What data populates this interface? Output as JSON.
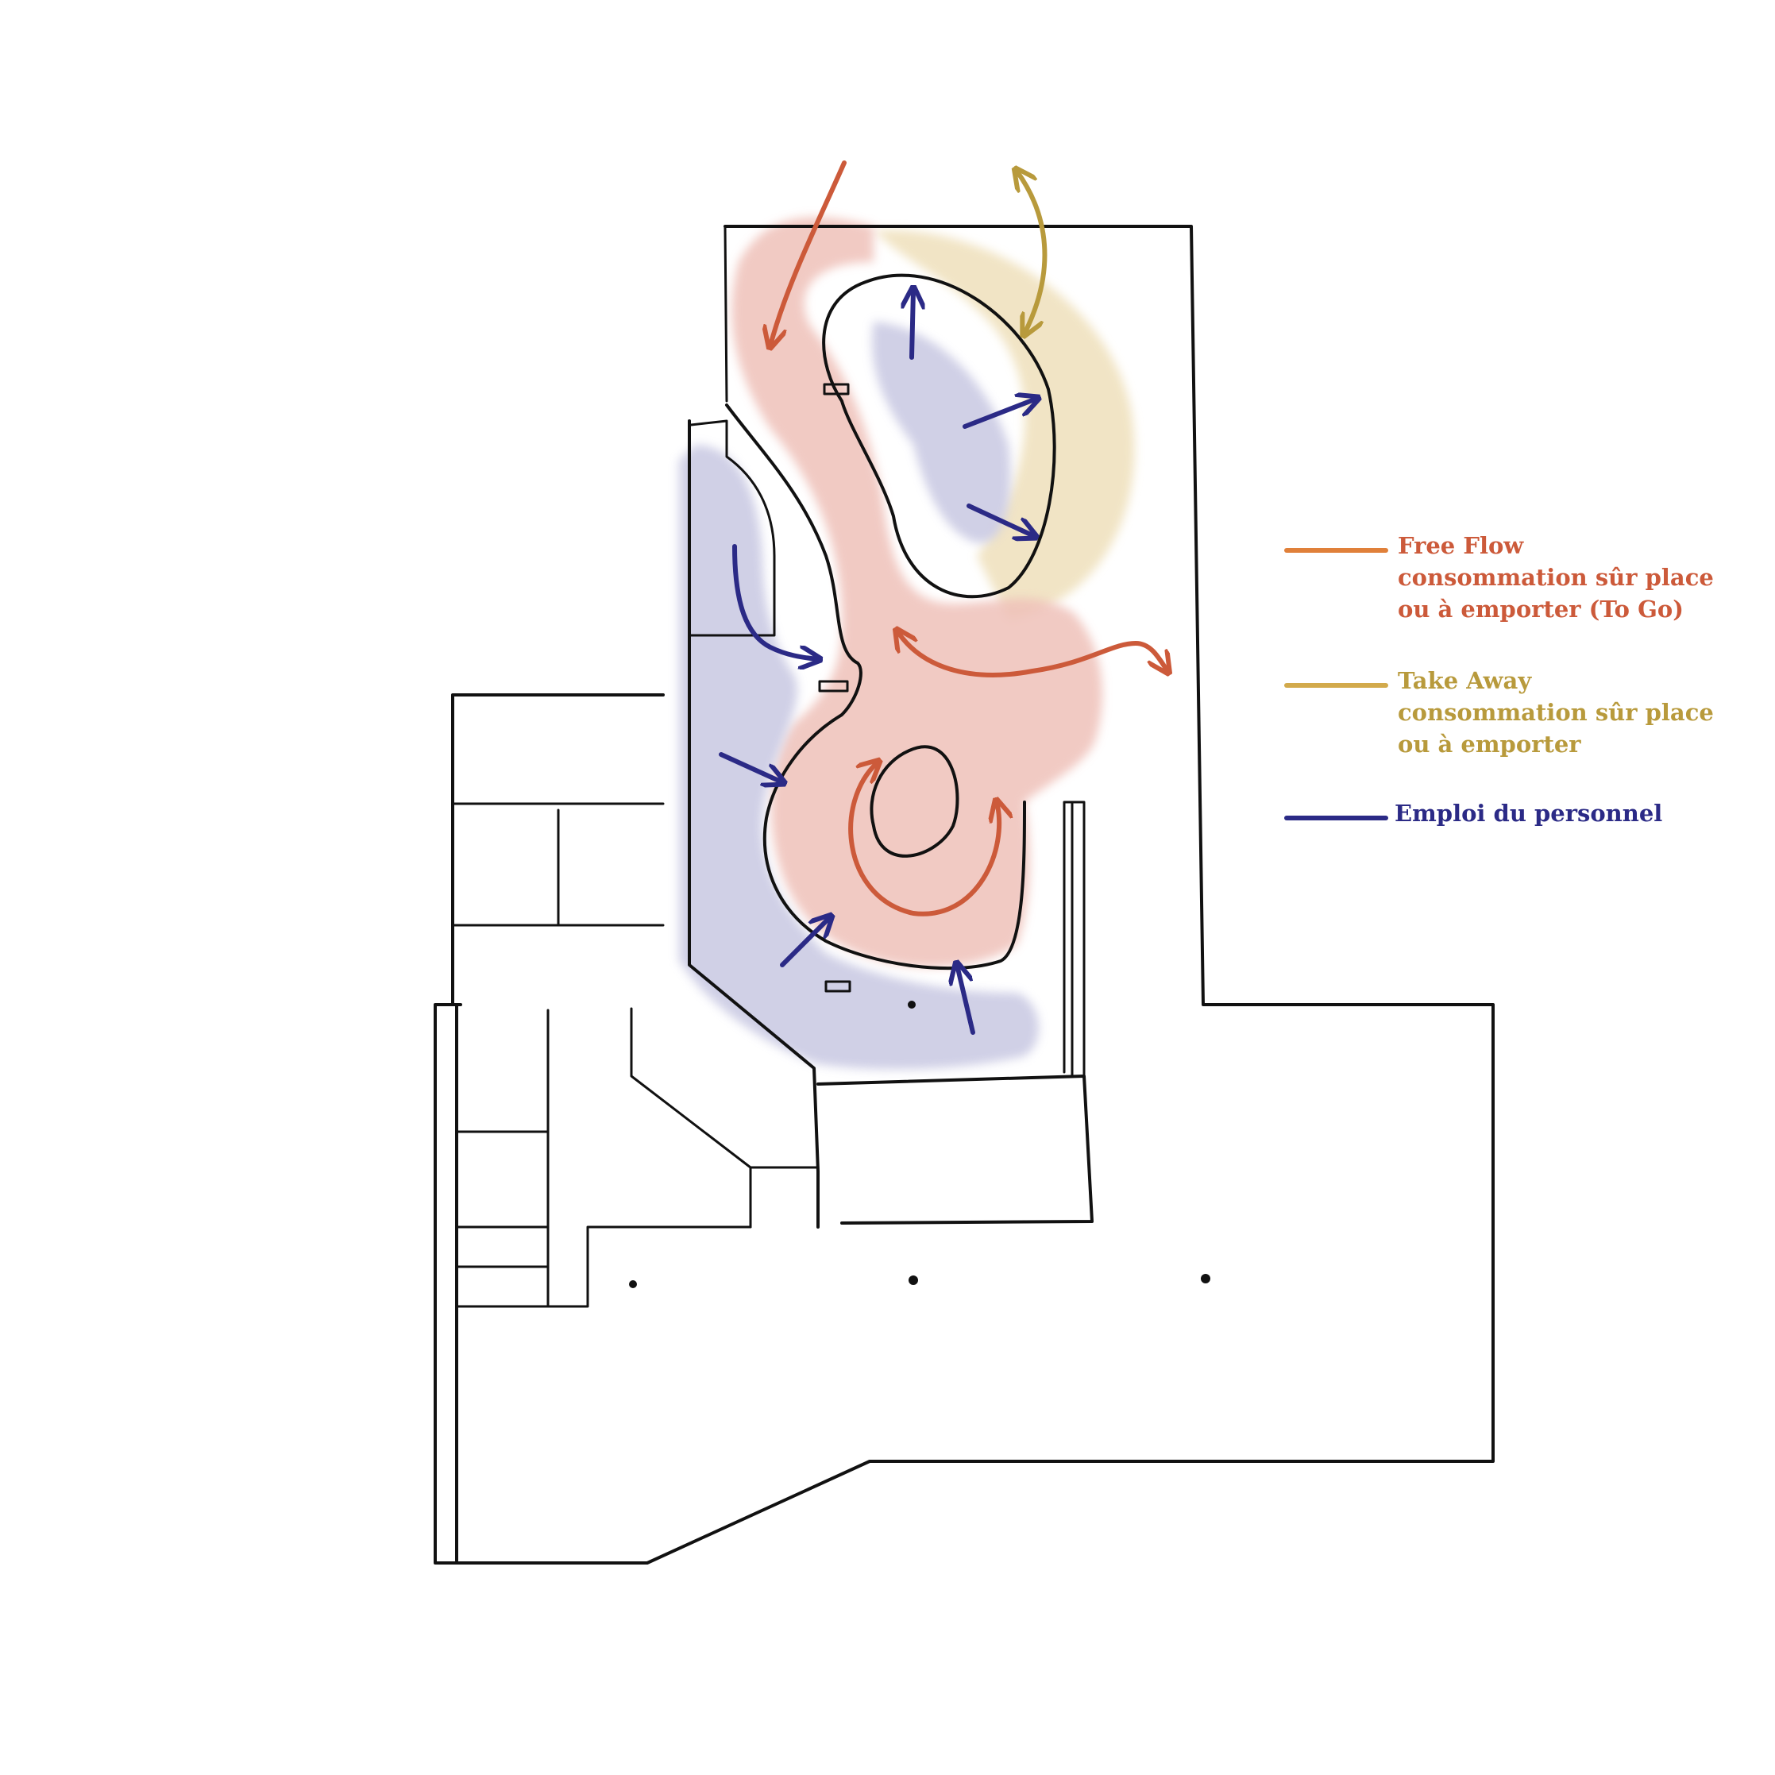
{
  "colors": {
    "free_flow": "#cc5a3a",
    "free_flow_swatch": "#e0803a",
    "free_flow_zone": "#efc1b9",
    "take_away": "#b89a3c",
    "take_away_swatch": "#d2aa4c",
    "take_away_zone": "#efe0bb",
    "staff": "#2b2a86",
    "staff_zone": "#c8c8e2",
    "walls": "#111111"
  },
  "legend": [
    {
      "key": "free_flow",
      "lines": [
        "Free Flow",
        "consommation sûr place",
        "ou à emporter (To Go)"
      ]
    },
    {
      "key": "take_away",
      "lines": [
        "Take Away",
        "consommation sûr place",
        "ou à emporter"
      ]
    },
    {
      "key": "staff",
      "lines": [
        "Emploi du personnel"
      ]
    }
  ]
}
